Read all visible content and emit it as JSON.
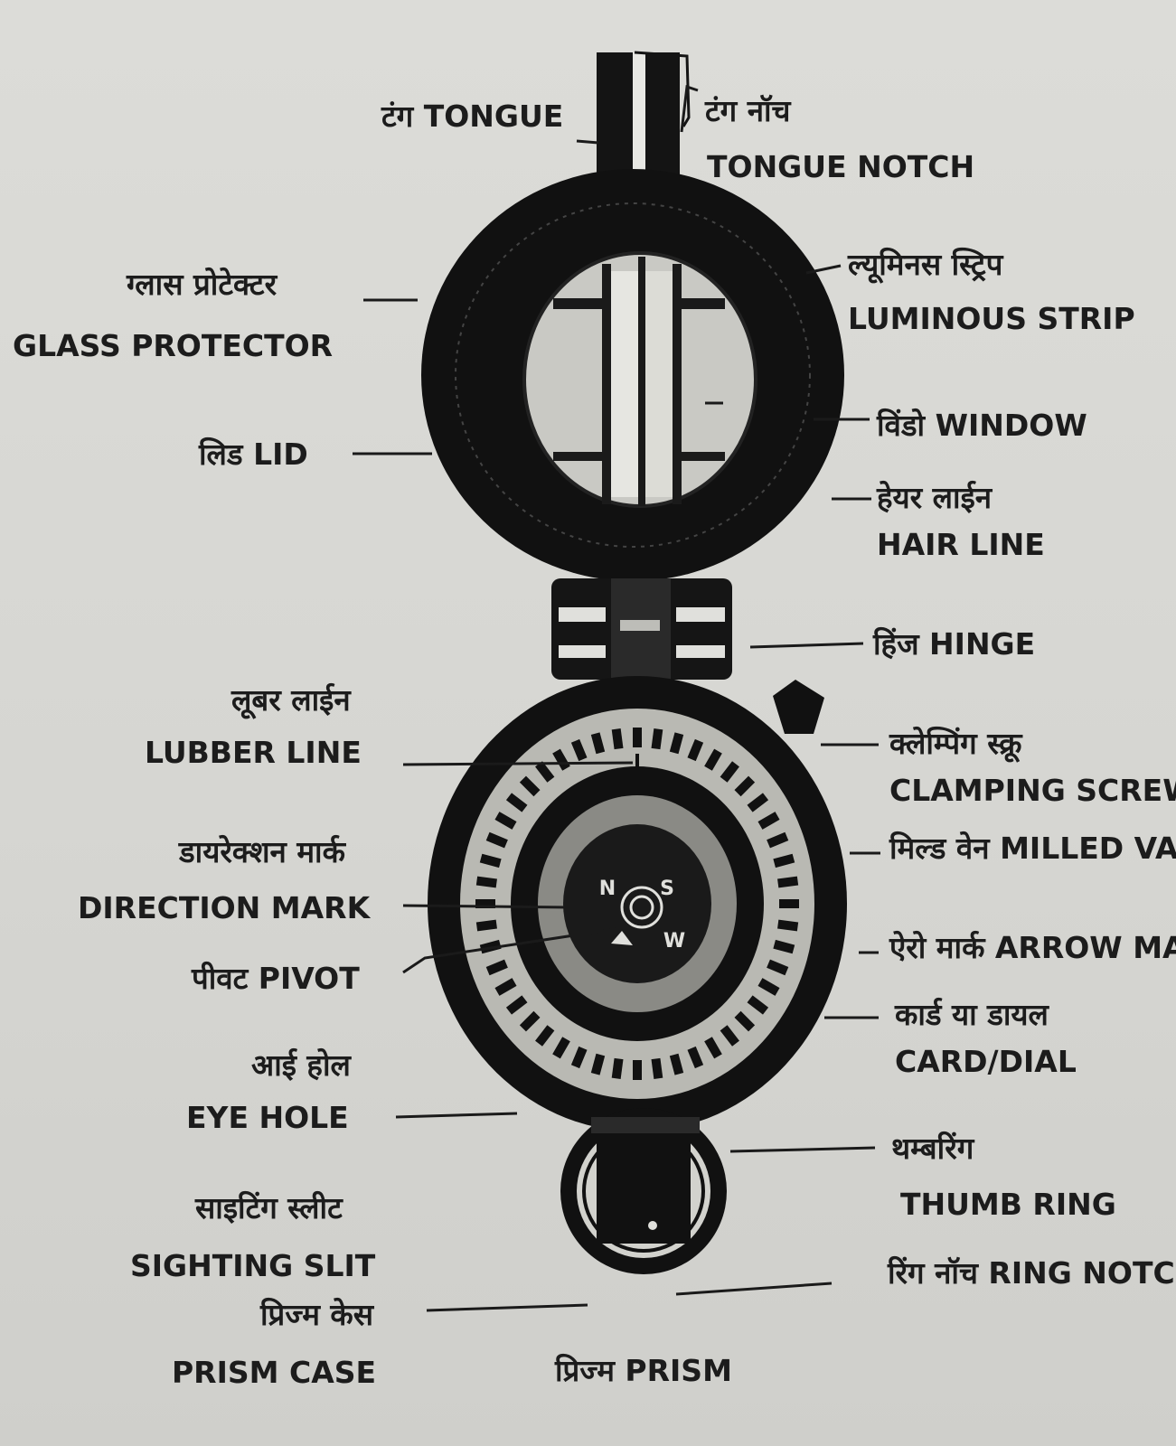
{
  "labels": {
    "tongue": "टंग TONGUE",
    "tongue_notch_hi": "टंग नॉच",
    "tongue_notch_en": "TONGUE NOTCH",
    "glass_protector_hi": "ग्लास प्रोटेक्टर",
    "glass_protector_en": "GLASS PROTECTOR",
    "luminous_strip_hi": "ल्यूमिनस स्ट्रिप",
    "luminous_strip_en": "LUMINOUS STRIP",
    "window": "विंडो WINDOW",
    "lid": "लिड LID",
    "hair_line_hi": "हेयर लाईन",
    "hair_line_en": "HAIR LINE",
    "hinge": "हिंज HINGE",
    "lubber_line_hi": "लूबर लाईन",
    "lubber_line_en": "LUBBER LINE",
    "clamping_screw_hi": "क्लेम्पिंग स्क्रू",
    "clamping_screw_en": "CLAMPING SCREW",
    "milled_vane": "मिल्ड वेन MILLED VANE",
    "direction_mark_hi": "डायरेक्शन मार्क",
    "direction_mark_en": "DIRECTION MARK",
    "arrow_mark": "ऐरो मार्क ARROW MARK",
    "pivot": "पीवट PIVOT",
    "card_dial_hi": "कार्ड या डायल",
    "card_dial_en": "CARD/DIAL",
    "eye_hole_hi": "आई होल",
    "eye_hole_en": "EYE HOLE",
    "thumb_ring_hi": "थम्बरिंग",
    "thumb_ring_en": "THUMB RING",
    "sighting_slit_hi": "साइटिंग स्लीट",
    "sighting_slit_en": "SIGHTING SLIT",
    "ring_notch": "रिंग नॉच RING NOTCH",
    "prism_case_hi": "प्रिज्म केस",
    "prism_case_en": "PRISM CASE",
    "prism": "प्रिज्म PRISM"
  },
  "dial_letters": {
    "north": "N",
    "south": "S",
    "west": "W"
  }
}
